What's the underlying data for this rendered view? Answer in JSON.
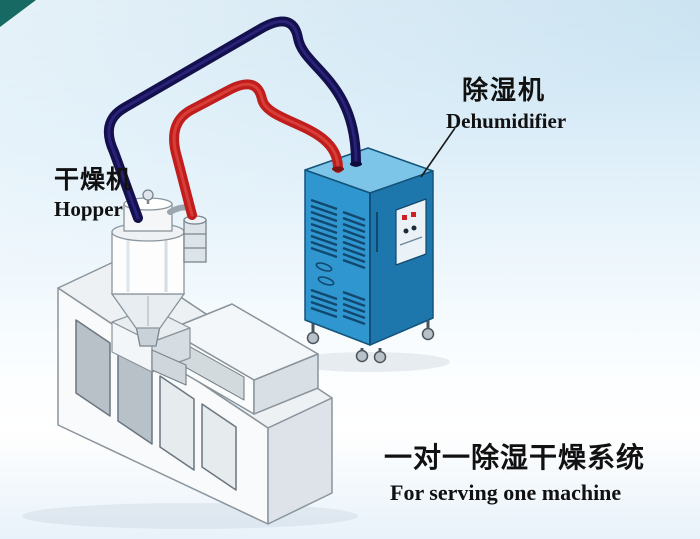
{
  "labels": {
    "hopper": {
      "cn": "干燥机",
      "en": "Hopper"
    },
    "dehumidifier": {
      "cn": "除湿机",
      "en": "Dehumidifier"
    }
  },
  "caption": {
    "cn": "一对一除湿干燥系统",
    "en": "For serving one machine"
  },
  "components": {
    "dehumidifier_unit": "dehumidifier-cabinet",
    "hopper_dryer": "hopper-dryer",
    "extruder": "extruder-machine",
    "return_hose": "blue-air-hose",
    "dry_air_hose": "red-air-hose"
  },
  "colors": {
    "cabinet_blue": "#2f96cf",
    "cabinet_blue_dark": "#1d77ad",
    "cabinet_blue_top": "#7cc4e8",
    "pipe_red": "#c01d1d",
    "pipe_navy": "#14104e",
    "background_sky": "#c7e1f0",
    "corner_accent": "#166a63"
  }
}
